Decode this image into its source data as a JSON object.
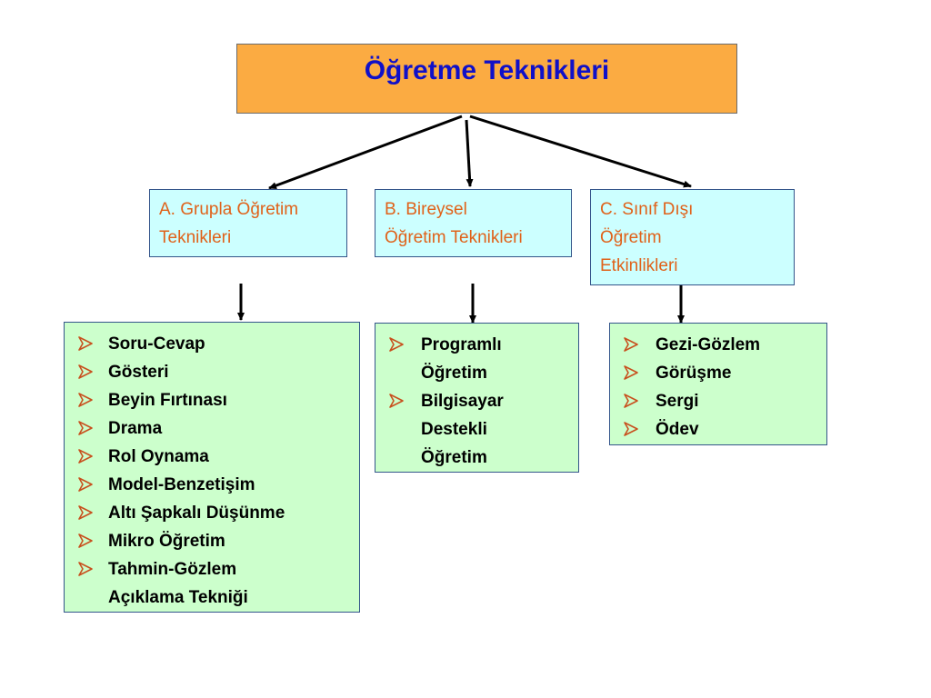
{
  "title": "Öğretme Teknikleri",
  "categories": [
    {
      "lines": [
        "A. Grupla Öğretim",
        "Teknikleri"
      ]
    },
    {
      "lines": [
        "B. Bireysel",
        "Öğretim Teknikleri"
      ]
    },
    {
      "lines": [
        "C. Sınıf Dışı",
        "Öğretim",
        "Etkinlikleri"
      ]
    }
  ],
  "lists": [
    {
      "items": [
        [
          "Soru-Cevap"
        ],
        [
          "Gösteri"
        ],
        [
          "Beyin Fırtınası"
        ],
        [
          "Drama"
        ],
        [
          "Rol Oynama"
        ],
        [
          "Model-Benzetişim"
        ],
        [
          "Altı Şapkalı Düşünme"
        ],
        [
          "Mikro Öğretim"
        ],
        [
          "Tahmin-Gözlem",
          "Açıklama Tekniği"
        ]
      ]
    },
    {
      "items": [
        [
          "Programlı",
          "Öğretim"
        ],
        [
          "Bilgisayar",
          "Destekli",
          "Öğretim"
        ]
      ]
    },
    {
      "items": [
        [
          "Gezi-Gözlem"
        ],
        [
          "Görüşme"
        ],
        [
          "Sergi"
        ],
        [
          "Ödev"
        ]
      ]
    }
  ],
  "colors": {
    "title_bg": "#fbab42",
    "title_text": "#1010c8",
    "category_bg": "#ccffff",
    "category_text": "#e0621a",
    "list_bg": "#ccffcc",
    "border": "#34558a",
    "bullet": "#c8501e"
  },
  "icons": {
    "bullet": "arrowhead-bullet-icon",
    "connector": "arrow-icon"
  }
}
